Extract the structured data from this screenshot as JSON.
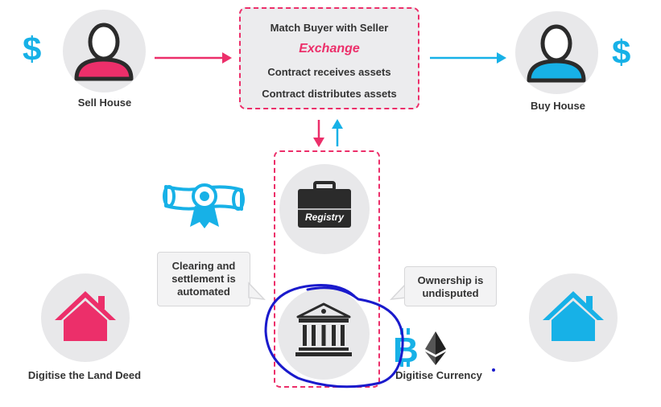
{
  "colors": {
    "pink": "#ec2f6a",
    "blue": "#17b1e7",
    "dark": "#2b2b2b",
    "circle": "#e8e8ea",
    "annotation": "#1a1acc"
  },
  "seller": {
    "currency_symbol": "$",
    "label": "Sell House",
    "icon": "person-icon"
  },
  "buyer": {
    "currency_symbol": "$",
    "label": "Buy House",
    "icon": "person-icon"
  },
  "exchange_box": {
    "line1": "Match Buyer with Seller",
    "highlight": "Exchange",
    "line2": "Contract receives assets",
    "line3": "Contract distributes assets"
  },
  "registry": {
    "label": "Registry",
    "icon": "briefcase-icon"
  },
  "bank": {
    "icon": "bank-icon"
  },
  "certificate": {
    "icon": "certificate-icon"
  },
  "left_bubble": {
    "line1": "Clearing and",
    "line2": "settlement is",
    "line3": "automated"
  },
  "right_bubble": {
    "line1": "Ownership is",
    "line2": "undisputed"
  },
  "land_deed": {
    "label": "Digitise the Land Deed",
    "icon": "house-icon"
  },
  "currency": {
    "label": "Digitise Currency",
    "icon": "house-icon",
    "crypto_icons": [
      "bitcoin-icon",
      "ethereum-icon"
    ]
  }
}
